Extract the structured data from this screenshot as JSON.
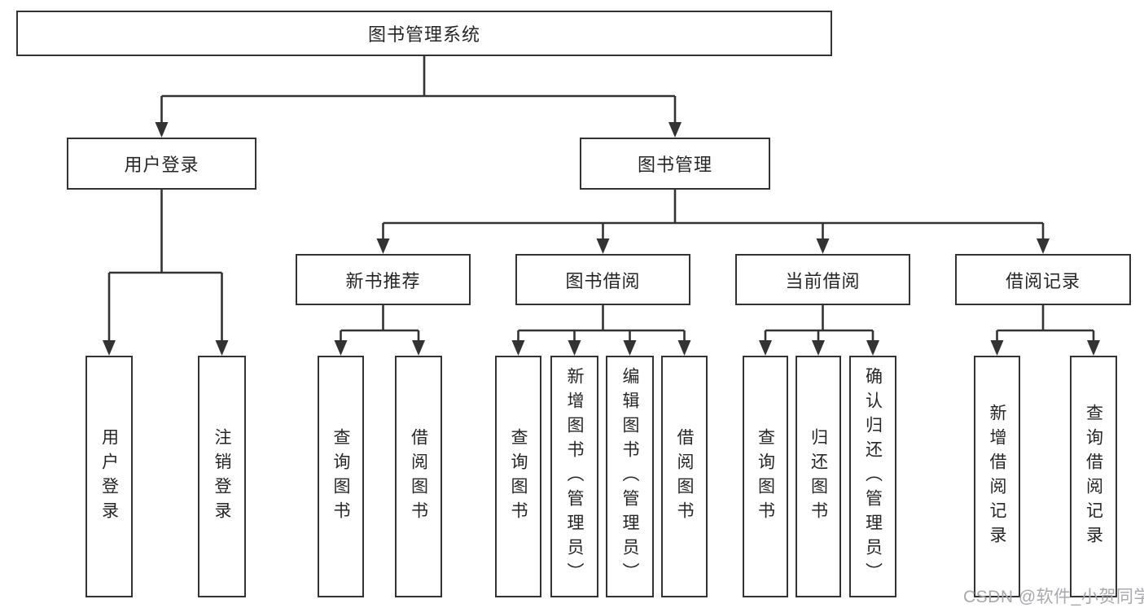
{
  "root": {
    "label": "图书管理系统"
  },
  "level2": {
    "user_login": {
      "label": "用户登录"
    },
    "book_management": {
      "label": "图书管理"
    }
  },
  "level3": {
    "new_book": {
      "label": "新书推荐"
    },
    "book_borrow": {
      "label": "图书借阅"
    },
    "current_borrow": {
      "label": "当前借阅"
    },
    "borrow_record": {
      "label": "借阅记录"
    }
  },
  "leaves": {
    "user_login": {
      "label": "用户登录"
    },
    "logout": {
      "label": "注销登录"
    },
    "nb_query": {
      "label": "查询图书"
    },
    "nb_borrow": {
      "label": "借阅图书"
    },
    "bb_query": {
      "label": "查询图书"
    },
    "bb_add": {
      "label": "新增图书（管理员）"
    },
    "bb_edit": {
      "label": "编辑图书（管理员）"
    },
    "bb_borrow": {
      "label": "借阅图书"
    },
    "cb_query": {
      "label": "查询图书"
    },
    "cb_return": {
      "label": "归还图书"
    },
    "cb_confirm": {
      "label": "确认归还（管理员）"
    },
    "br_add": {
      "label": "新增借阅记录"
    },
    "br_query": {
      "label": "查询借阅记录"
    }
  },
  "watermark": {
    "text": "CSDN @软件_小贺同学"
  },
  "colors": {
    "line": "#333333",
    "text": "#262626",
    "watermark": "#a8a8ad",
    "background": "#ffffff"
  }
}
